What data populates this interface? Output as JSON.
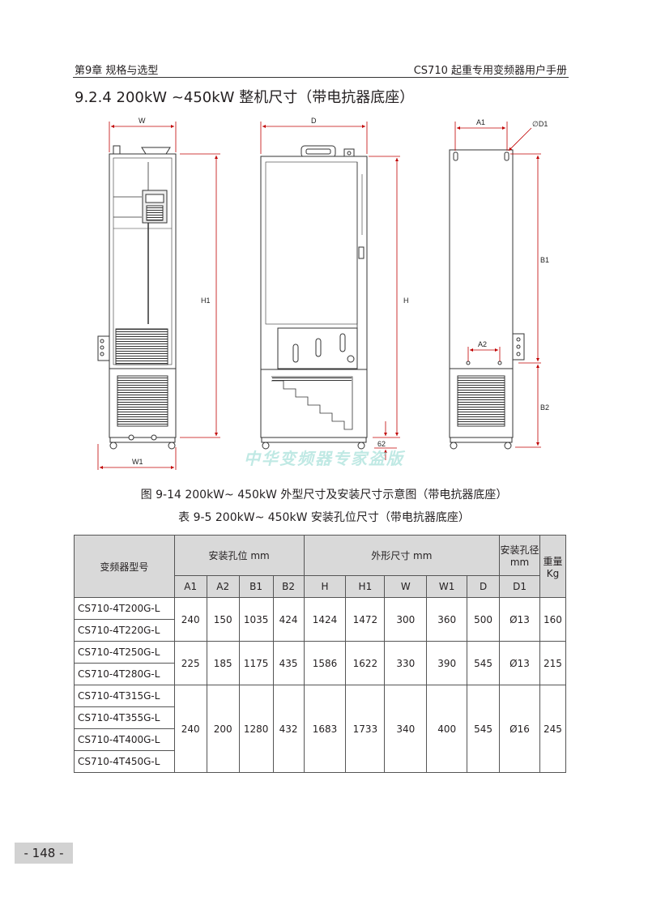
{
  "header": {
    "chapter": "第9章 规格与选型",
    "manual": "CS710 起重专用变频器用户手册"
  },
  "section_title": "9.2.4 200kW ~450kW 整机尺寸（带电抗器底座）",
  "drawing": {
    "labels": {
      "W": "W",
      "D": "D",
      "A1": "A1",
      "D1": "∅D1",
      "H1": "H1",
      "H": "H",
      "B1": "B1",
      "A2": "A2",
      "B2": "B2",
      "W1": "W1",
      "dim62": "62"
    }
  },
  "watermark": "中华变频器专家盗版",
  "figure_caption": "图 9-14 200kW~ 450kW 外型尺寸及安装尺寸示意图（带电抗器底座）",
  "table_caption": "表 9-5 200kW~ 450kW 安装孔位尺寸（带电抗器底座）",
  "table": {
    "col_model": "变频器型号",
    "group_mount": "安装孔位 mm",
    "group_outline": "外形尺寸 mm",
    "group_hole": "安装孔径 mm",
    "col_weight": "重量 Kg",
    "sub_headers": [
      "A1",
      "A2",
      "B1",
      "B2",
      "H",
      "H1",
      "W",
      "W1",
      "D",
      "D1"
    ],
    "groups": [
      {
        "models": [
          "CS710-4T200G-L",
          "CS710-4T220G-L"
        ],
        "values": [
          "240",
          "150",
          "1035",
          "424",
          "1424",
          "1472",
          "300",
          "360",
          "500",
          "Ø13",
          "160"
        ]
      },
      {
        "models": [
          "CS710-4T250G-L",
          "CS710-4T280G-L"
        ],
        "values": [
          "225",
          "185",
          "1175",
          "435",
          "1586",
          "1622",
          "330",
          "390",
          "545",
          "Ø13",
          "215"
        ]
      },
      {
        "models": [
          "CS710-4T315G-L",
          "CS710-4T355G-L",
          "CS710-4T400G-L",
          "CS710-4T450G-L"
        ],
        "values": [
          "240",
          "200",
          "1280",
          "432",
          "1683",
          "1733",
          "340",
          "400",
          "545",
          "Ø16",
          "245"
        ]
      }
    ]
  },
  "page_number": "- 148 -"
}
